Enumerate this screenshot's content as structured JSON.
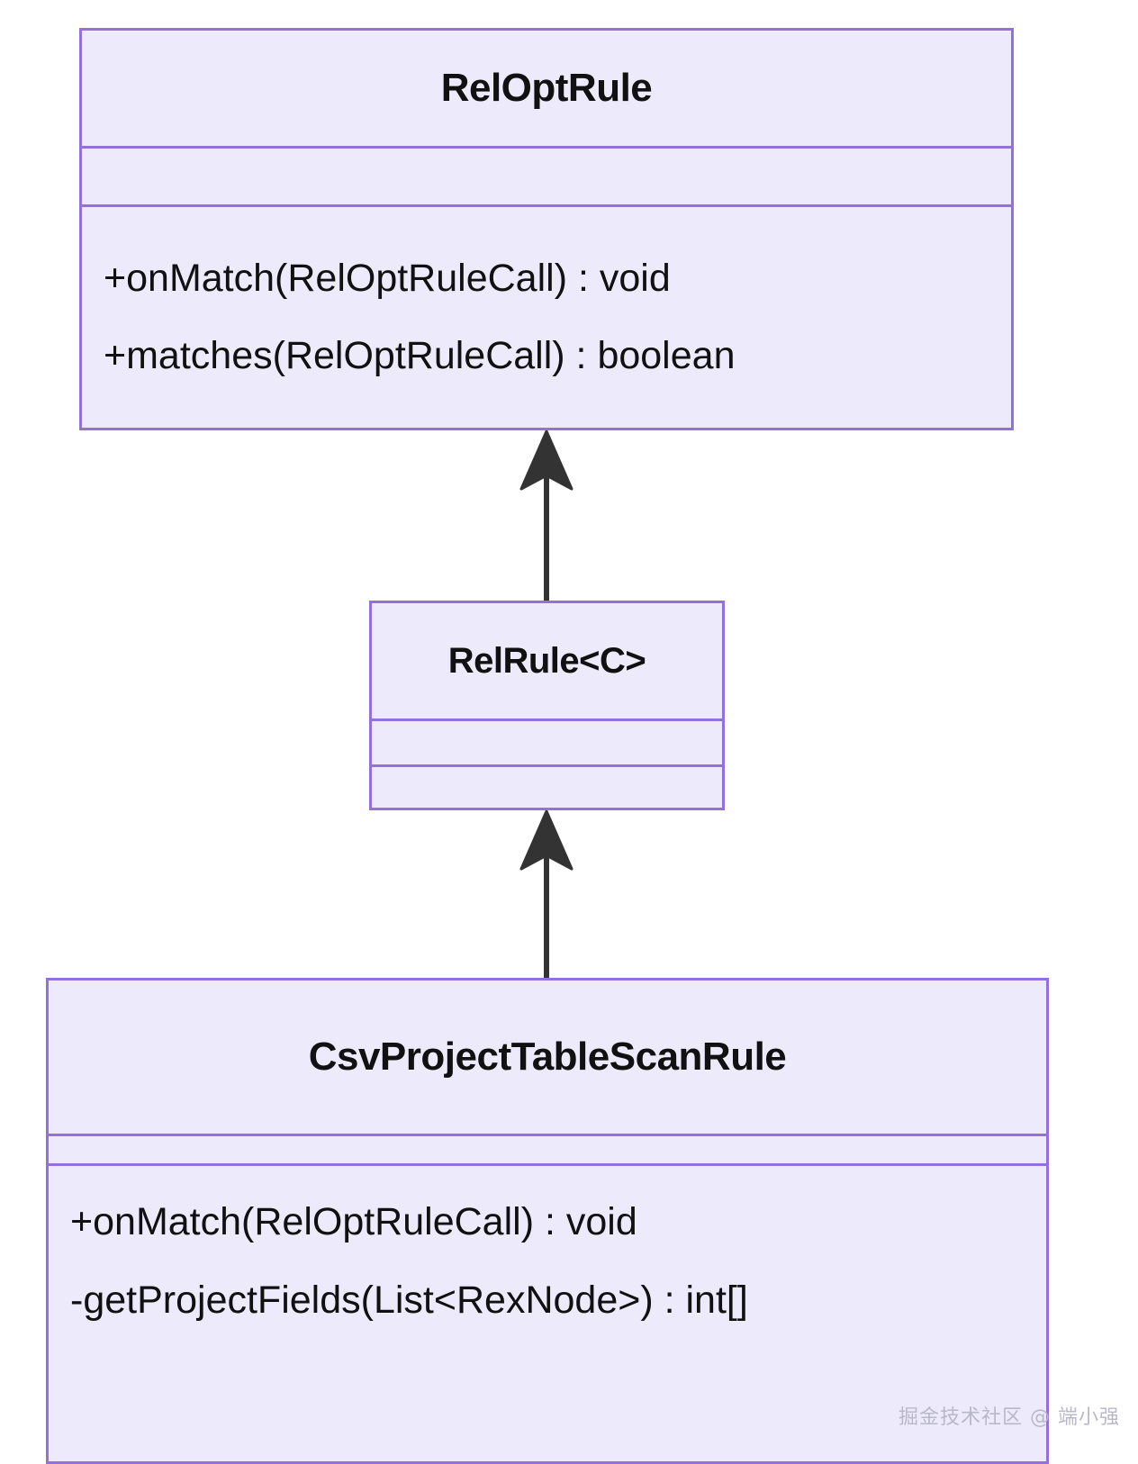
{
  "diagram": {
    "type": "uml-class-diagram",
    "title": "",
    "background_color": "#FFFFFF",
    "class_fill_color": "#ECEAFB",
    "class_border_color": "#9370DB",
    "connector_color": "#333333",
    "text_color": "#111111"
  },
  "classes": [
    {
      "id": "reloptrule",
      "name": "RelOptRule",
      "attributes": [],
      "methods": [
        "+onMatch(RelOptRuleCall) : void",
        "+matches(RelOptRuleCall) : boolean"
      ]
    },
    {
      "id": "relrule",
      "name": "RelRule<C>",
      "attributes": [],
      "methods": []
    },
    {
      "id": "csvrule",
      "name": "CsvProjectTableScanRule",
      "attributes": [],
      "methods": [
        "+onMatch(RelOptRuleCall) : void",
        "-getProjectFields(List<RexNode>) : int[]"
      ]
    }
  ],
  "relationships": [
    {
      "kind": "inheritance",
      "from": "relrule",
      "to": "reloptrule",
      "arrow": "filled-concave-arrowhead"
    },
    {
      "kind": "inheritance",
      "from": "csvrule",
      "to": "relrule",
      "arrow": "filled-concave-arrowhead"
    }
  ],
  "watermark": {
    "text": "掘金技术社区 @ 端小强"
  }
}
